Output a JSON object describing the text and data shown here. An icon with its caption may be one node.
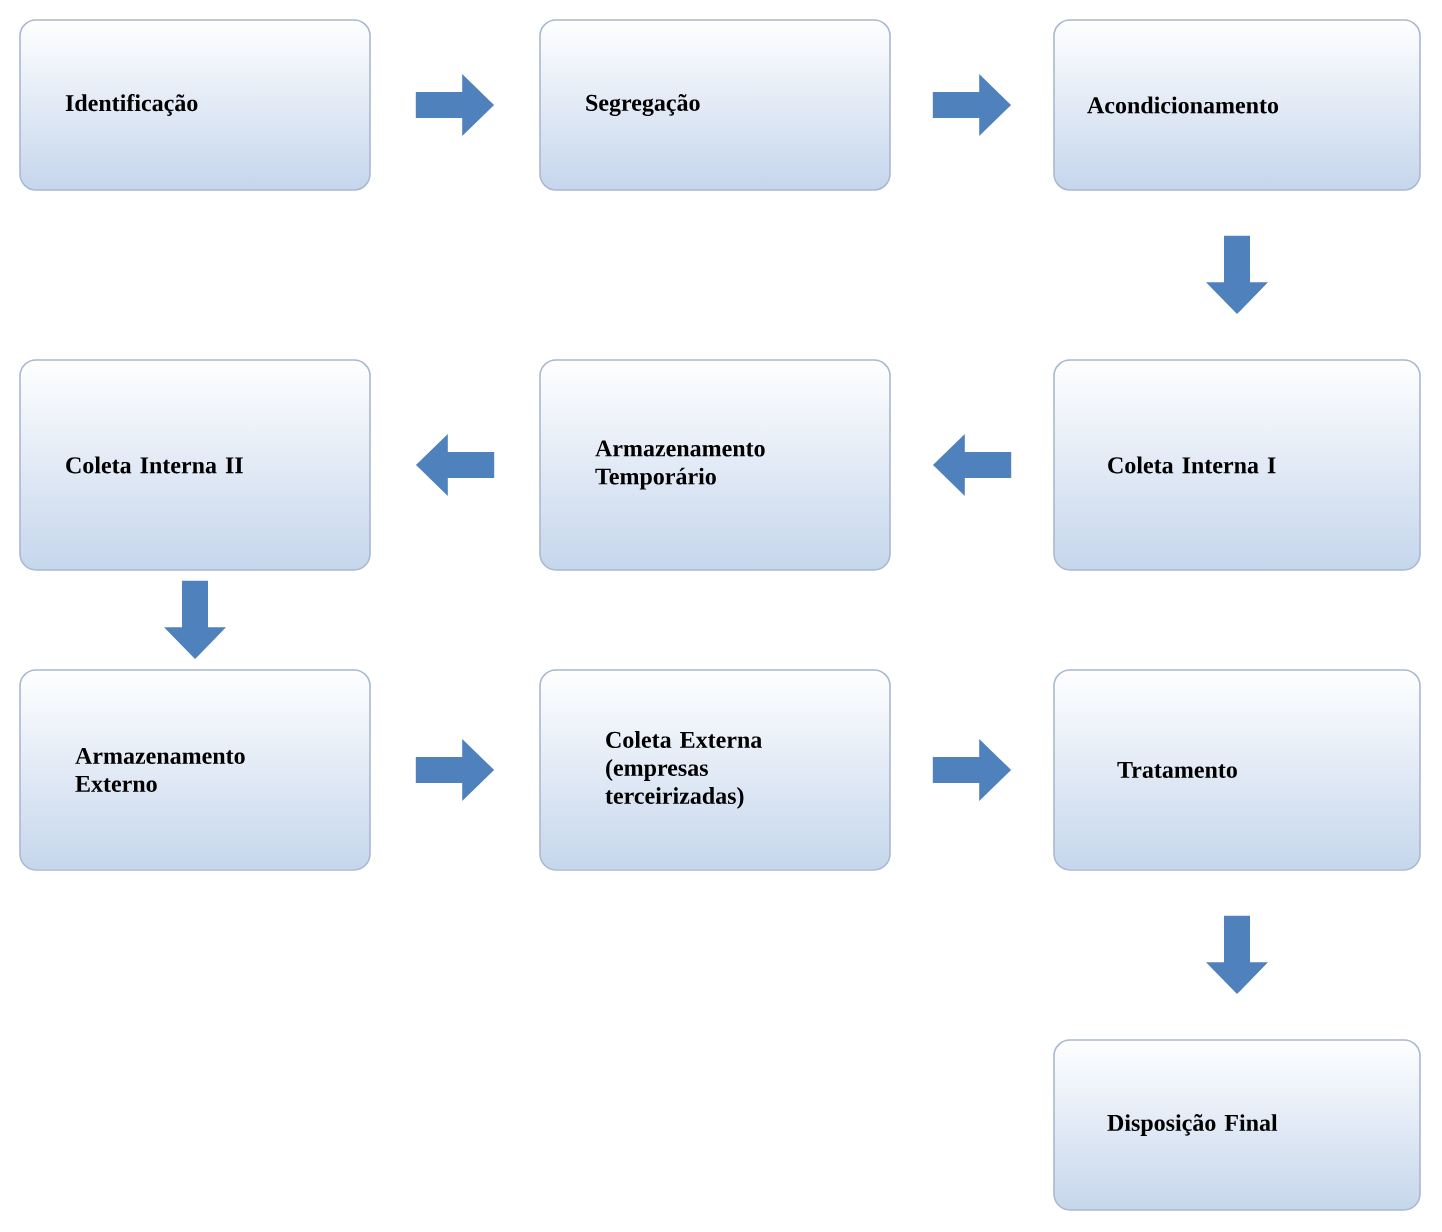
{
  "diagram": {
    "nodes": [
      {
        "text": [
          "Identificação"
        ]
      },
      {
        "text": [
          "Segregação"
        ]
      },
      {
        "text": [
          "Acondicionamento"
        ]
      },
      {
        "text": [
          "Coleta Interna II"
        ]
      },
      {
        "text": [
          "Armazenamento Temporário"
        ]
      },
      {
        "text": [
          "Coleta Interna I"
        ]
      },
      {
        "text": [
          "Armazenamento Externo"
        ]
      },
      {
        "text": [
          "Coleta Externa (empresas terceirizadas)"
        ]
      },
      {
        "text": [
          "Tratamento"
        ]
      },
      {
        "text": [
          "Disposição Final"
        ]
      }
    ],
    "edges": [
      {
        "from": 0,
        "to": 1,
        "arrow": "to"
      },
      {
        "from": 1,
        "to": 2,
        "arrow": "to"
      },
      {
        "from": 2,
        "to": 5,
        "arrow": "to"
      },
      {
        "from": 5,
        "to": 4,
        "arrow": "to"
      },
      {
        "from": 4,
        "to": 3,
        "arrow": "to"
      },
      {
        "from": 3,
        "to": 6,
        "arrow": "to"
      },
      {
        "from": 6,
        "to": 7,
        "arrow": "to"
      },
      {
        "from": 7,
        "to": 8,
        "arrow": "to"
      },
      {
        "from": 8,
        "to": 9,
        "arrow": "to"
      }
    ]
  }
}
